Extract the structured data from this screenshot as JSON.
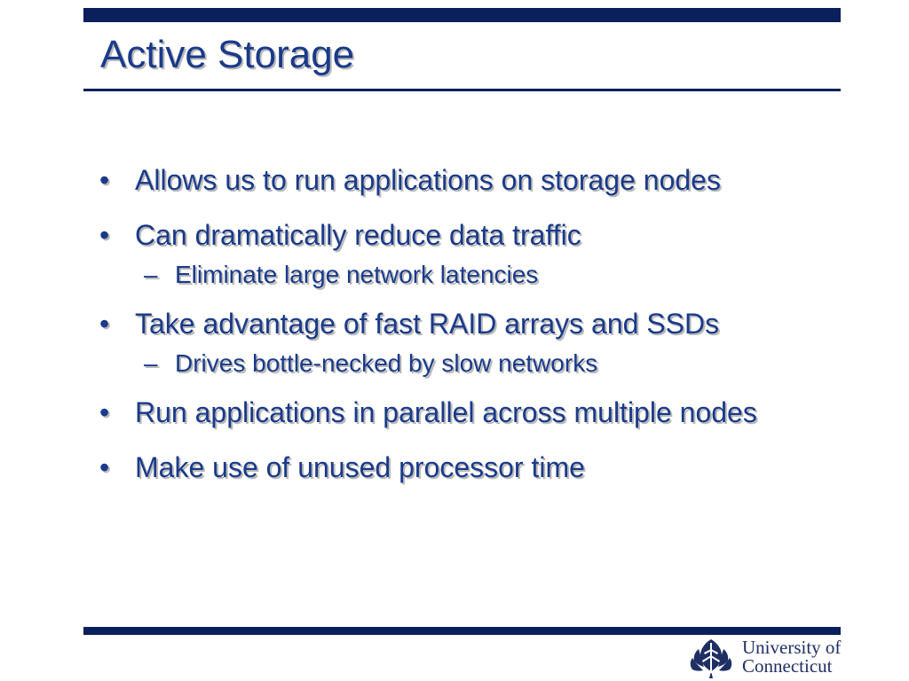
{
  "slide": {
    "title": "Active Storage",
    "bullets": [
      {
        "marker": "•",
        "text": "Allows us to run applications on storage nodes",
        "subitems": []
      },
      {
        "marker": "•",
        "text": "Can dramatically reduce data traffic",
        "subitems": [
          {
            "marker": "–",
            "text": "Eliminate large network latencies"
          }
        ]
      },
      {
        "marker": "•",
        "text": "Take advantage of fast RAID arrays and SSDs",
        "subitems": [
          {
            "marker": "–",
            "text": "Drives bottle-necked by slow networks"
          }
        ]
      },
      {
        "marker": "•",
        "text": "Run applications in parallel across multiple nodes",
        "subitems": []
      },
      {
        "marker": "•",
        "text": "Make use of unused processor time",
        "subitems": []
      }
    ]
  },
  "footer": {
    "logo_text_line1": "University of",
    "logo_text_line2": "Connecticut",
    "logo_icon": "university-seal-icon"
  },
  "colors": {
    "navy_bar": "#0b1f5c",
    "text_blue": "#1a3a8a",
    "shadow_gray": "#b9b9b9",
    "logo_blue": "#1f2f63"
  }
}
